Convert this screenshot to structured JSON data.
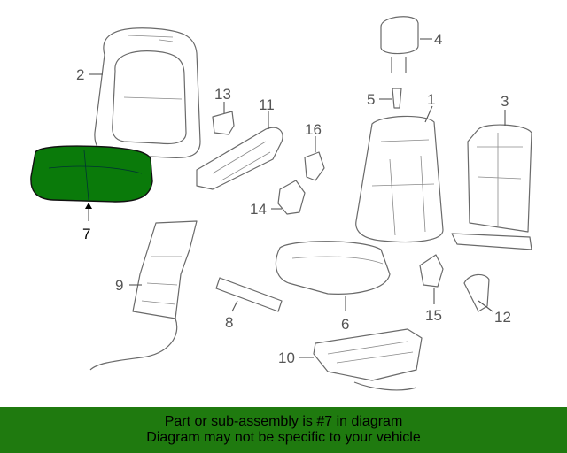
{
  "diagram": {
    "highlight_color": "#0a7a0a",
    "highlighted_part": "7",
    "callouts": {
      "c1": "1",
      "c2": "2",
      "c3": "3",
      "c4": "4",
      "c5": "5",
      "c6": "6",
      "c7": "7",
      "c8": "8",
      "c9": "9",
      "c10": "10",
      "c11": "11",
      "c12": "12",
      "c13": "13",
      "c14": "14",
      "c15": "15",
      "c16": "16"
    }
  },
  "banner": {
    "background": "#1f7a0f",
    "line1": "Part or sub-assembly is #7 in diagram",
    "line2": "Diagram may not be specific to your vehicle"
  }
}
